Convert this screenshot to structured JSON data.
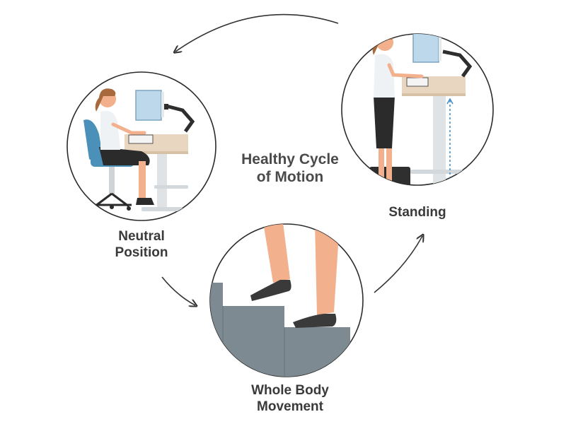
{
  "title": {
    "line1": "Healthy Cycle",
    "line2": "of Motion"
  },
  "stages": {
    "neutral": {
      "line1": "Neutral",
      "line2": "Position"
    },
    "standing": {
      "line1": "Standing"
    },
    "movement": {
      "line1": "Whole Body",
      "line2": "Movement"
    }
  },
  "colors": {
    "circle_stroke": "#2b2b2b",
    "arrow": "#333333",
    "desk_top": "#e8d6c0",
    "desk_frame": "#dfe3e6",
    "monitor": "#bcd8ea",
    "monitor_arm": "#2e2e2e",
    "chair": "#4a90b8",
    "skirt": "#2b2b2b",
    "shirt": "#eef2f5",
    "skin": "#f2b08d",
    "hair": "#a86a3c",
    "stairs": "#7d8a91",
    "mat": "#2f2f2f",
    "height_arrow": "#3a8bc8"
  }
}
